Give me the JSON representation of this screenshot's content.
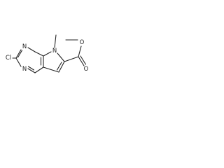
{
  "molecule": {
    "atoms": {
      "cl": "Cl",
      "n_pyrimidine_top": "N",
      "n_pyrimidine_left": "N",
      "n_pyrrole": "N",
      "o_ester_single": "O",
      "o_ester_double": "O"
    }
  },
  "colors": {
    "ink": "#222222",
    "background": "#ffffff"
  }
}
